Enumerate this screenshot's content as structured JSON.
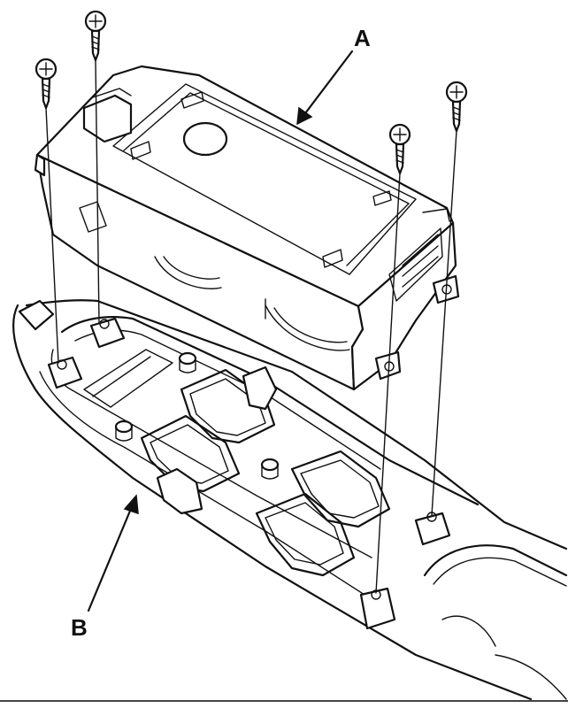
{
  "diagram": {
    "callouts": [
      {
        "id": "A",
        "text": "A"
      },
      {
        "id": "B",
        "text": "B"
      }
    ],
    "colors": {
      "ink": "#111111",
      "background": "#ffffff"
    }
  }
}
